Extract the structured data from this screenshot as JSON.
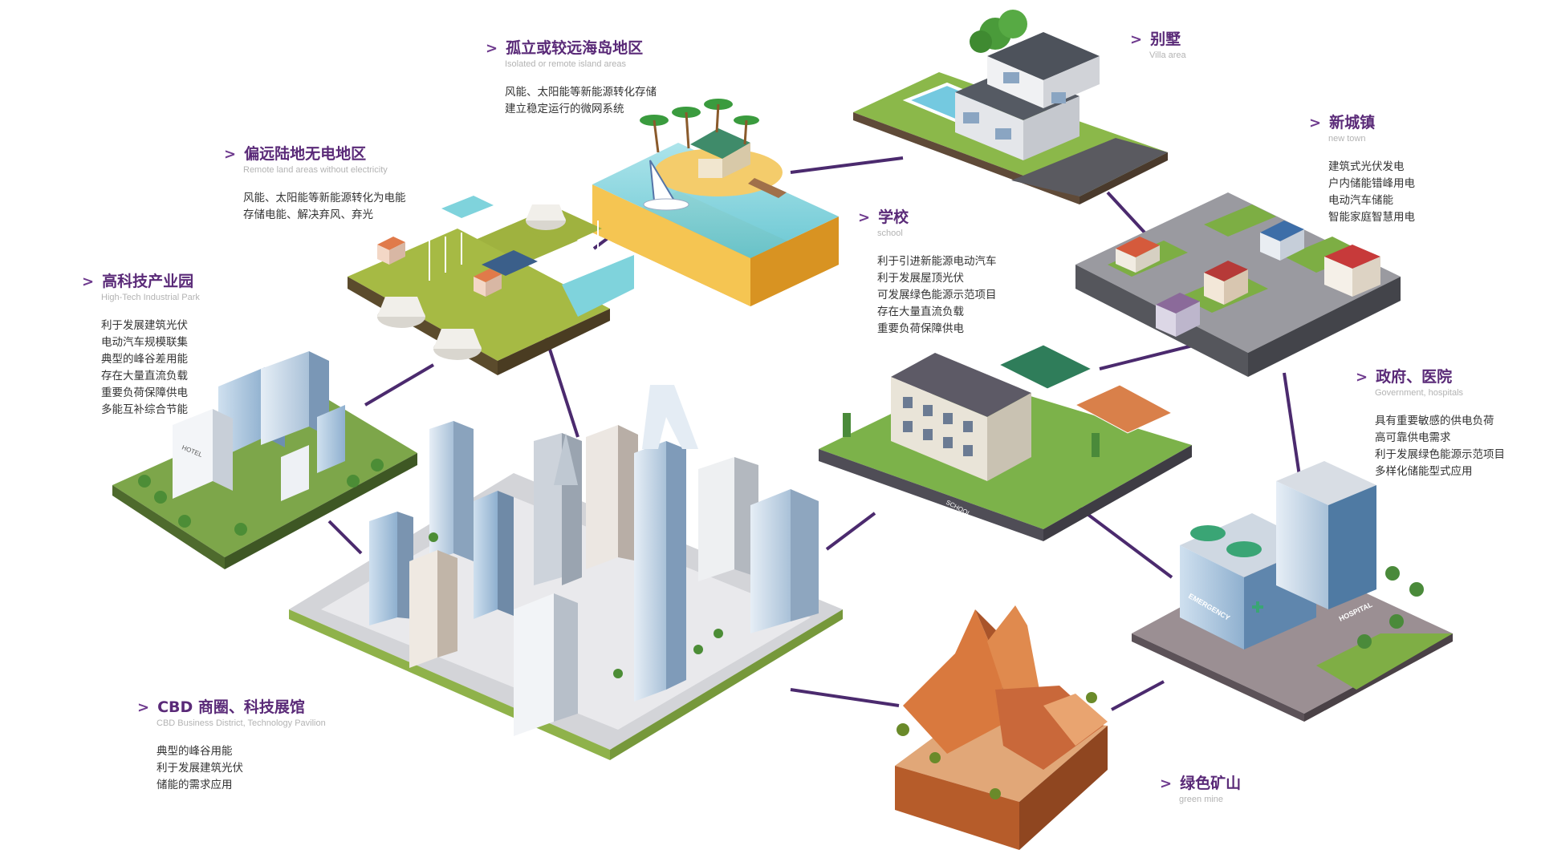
{
  "colors": {
    "title": "#5a2a78",
    "connector": "#4b2a6e",
    "grass": "#7ea33b",
    "water": "#7fd3dc",
    "sand": "#f2c14a",
    "rock": "#c86a36",
    "asphalt": "#555560"
  },
  "icons": {
    "bullet": "chevron-right-icon"
  },
  "areas": [
    {
      "id": "island",
      "title": "孤立或较远海岛地区",
      "subtitle": "Isolated or remote island areas",
      "points": [
        "风能、太阳能等新能源转化存储",
        "建立稳定运行的微网系统"
      ]
    },
    {
      "id": "villa",
      "title": "别墅",
      "subtitle": "Villa area",
      "points": []
    },
    {
      "id": "newtown",
      "title": "新城镇",
      "subtitle": "new town",
      "points": [
        "建筑式光伏发电",
        "户内储能错峰用电",
        "电动汽车储能",
        "智能家庭智慧用电"
      ]
    },
    {
      "id": "remote",
      "title": "偏远陆地无电地区",
      "subtitle": "Remote land areas without electricity",
      "points": [
        "风能、太阳能等新能源转化为电能",
        "存储电能、解决弃风、弃光"
      ]
    },
    {
      "id": "school",
      "title": "学校",
      "subtitle": "school",
      "points": [
        "利于引进新能源电动汽车",
        "利于发展屋顶光伏",
        "可发展绿色能源示范项目",
        "存在大量直流负载",
        "重要负荷保障供电"
      ]
    },
    {
      "id": "hightech",
      "title": "高科技产业园",
      "subtitle": "High-Tech Industrial Park",
      "points": [
        "利于发展建筑光伏",
        "电动汽车规模联集",
        "典型的峰谷差用能",
        "存在大量直流负载",
        "重要负荷保障供电",
        "多能互补综合节能"
      ]
    },
    {
      "id": "gov",
      "title": "政府、医院",
      "subtitle": "Government, hospitals",
      "points": [
        "具有重要敏感的供电负荷",
        "高可靠供电需求",
        "利于发展绿色能源示范项目",
        "多样化储能型式应用"
      ]
    },
    {
      "id": "cbd",
      "title": "CBD 商圈、科技展馆",
      "subtitle": "CBD Business District, Technology Pavilion",
      "points": [
        "典型的峰谷用能",
        "利于发展建筑光伏",
        "储能的需求应用"
      ]
    },
    {
      "id": "mine",
      "title": "绿色矿山",
      "subtitle": "green mine",
      "points": []
    }
  ],
  "signs": {
    "school": "SCHOOL",
    "emergency": "EMERGENCY",
    "hospital": "HOSPITAL",
    "hotel": "HOTEL"
  }
}
